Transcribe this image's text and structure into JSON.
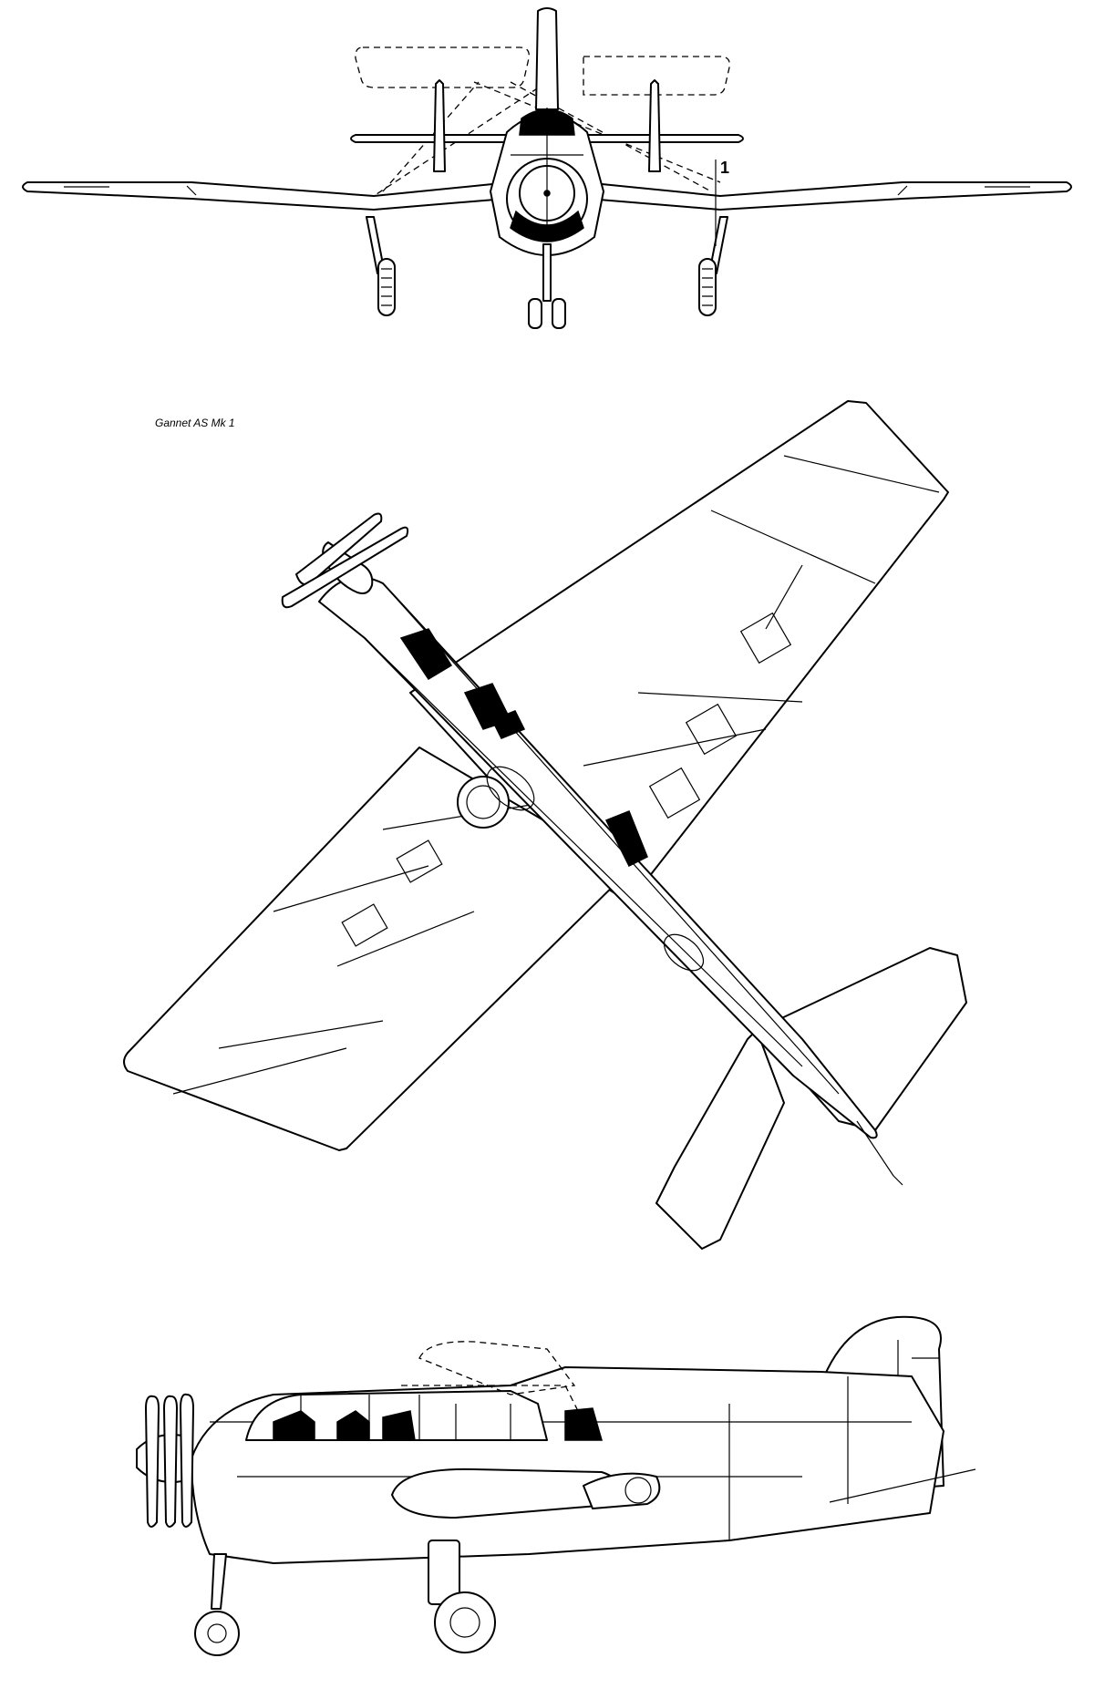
{
  "caption": "Gannet AS Mk 1",
  "section_marker": "1",
  "views": [
    "front-view",
    "plan-view",
    "side-view"
  ]
}
